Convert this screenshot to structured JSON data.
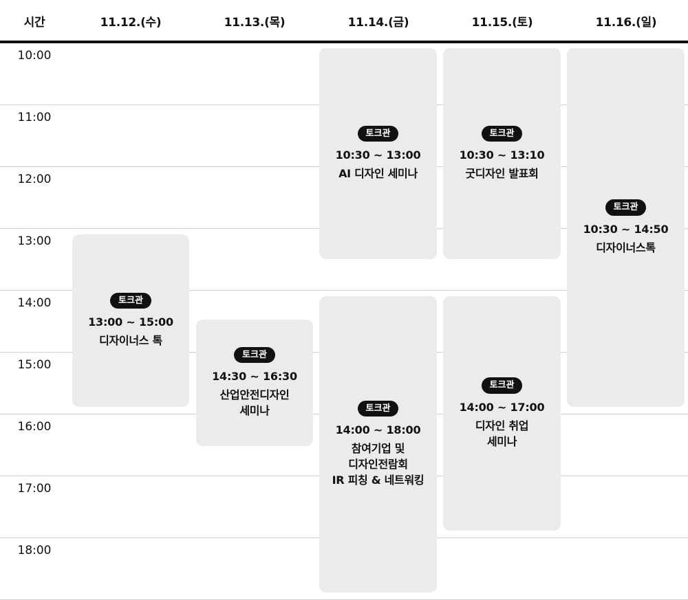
{
  "header": {
    "time_label": "시간",
    "days": [
      "11.12.(수)",
      "11.13.(목)",
      "11.14.(금)",
      "11.15.(토)",
      "11.16.(일)"
    ]
  },
  "time_slots": [
    "10:00",
    "11:00",
    "12:00",
    "13:00",
    "14:00",
    "15:00",
    "16:00",
    "17:00",
    "18:00"
  ],
  "sessions": [
    {
      "badge": "토크관",
      "time": "13:00 ~ 15:00",
      "title": "디자이너스 톡"
    },
    {
      "badge": "토크관",
      "time": "14:30 ~ 16:30",
      "title": "산업안전디자인\n세미나"
    },
    {
      "badge": "토크관",
      "time": "10:30 ~ 13:00",
      "title": "AI 디자인 세미나"
    },
    {
      "badge": "토크관",
      "time": "14:00 ~ 18:00",
      "title": "참여기업 및\n디자인전람회\nIR 피칭 & 네트워킹"
    },
    {
      "badge": "토크관",
      "time": "10:30 ~ 13:10",
      "title": "굿디자인 발표회"
    },
    {
      "badge": "토크관",
      "time": "14:00 ~ 17:00",
      "title": "디자인 취업\n세미나"
    },
    {
      "badge": "토크관",
      "time": "10:30 ~ 14:50",
      "title": "디자이너스톡"
    }
  ]
}
